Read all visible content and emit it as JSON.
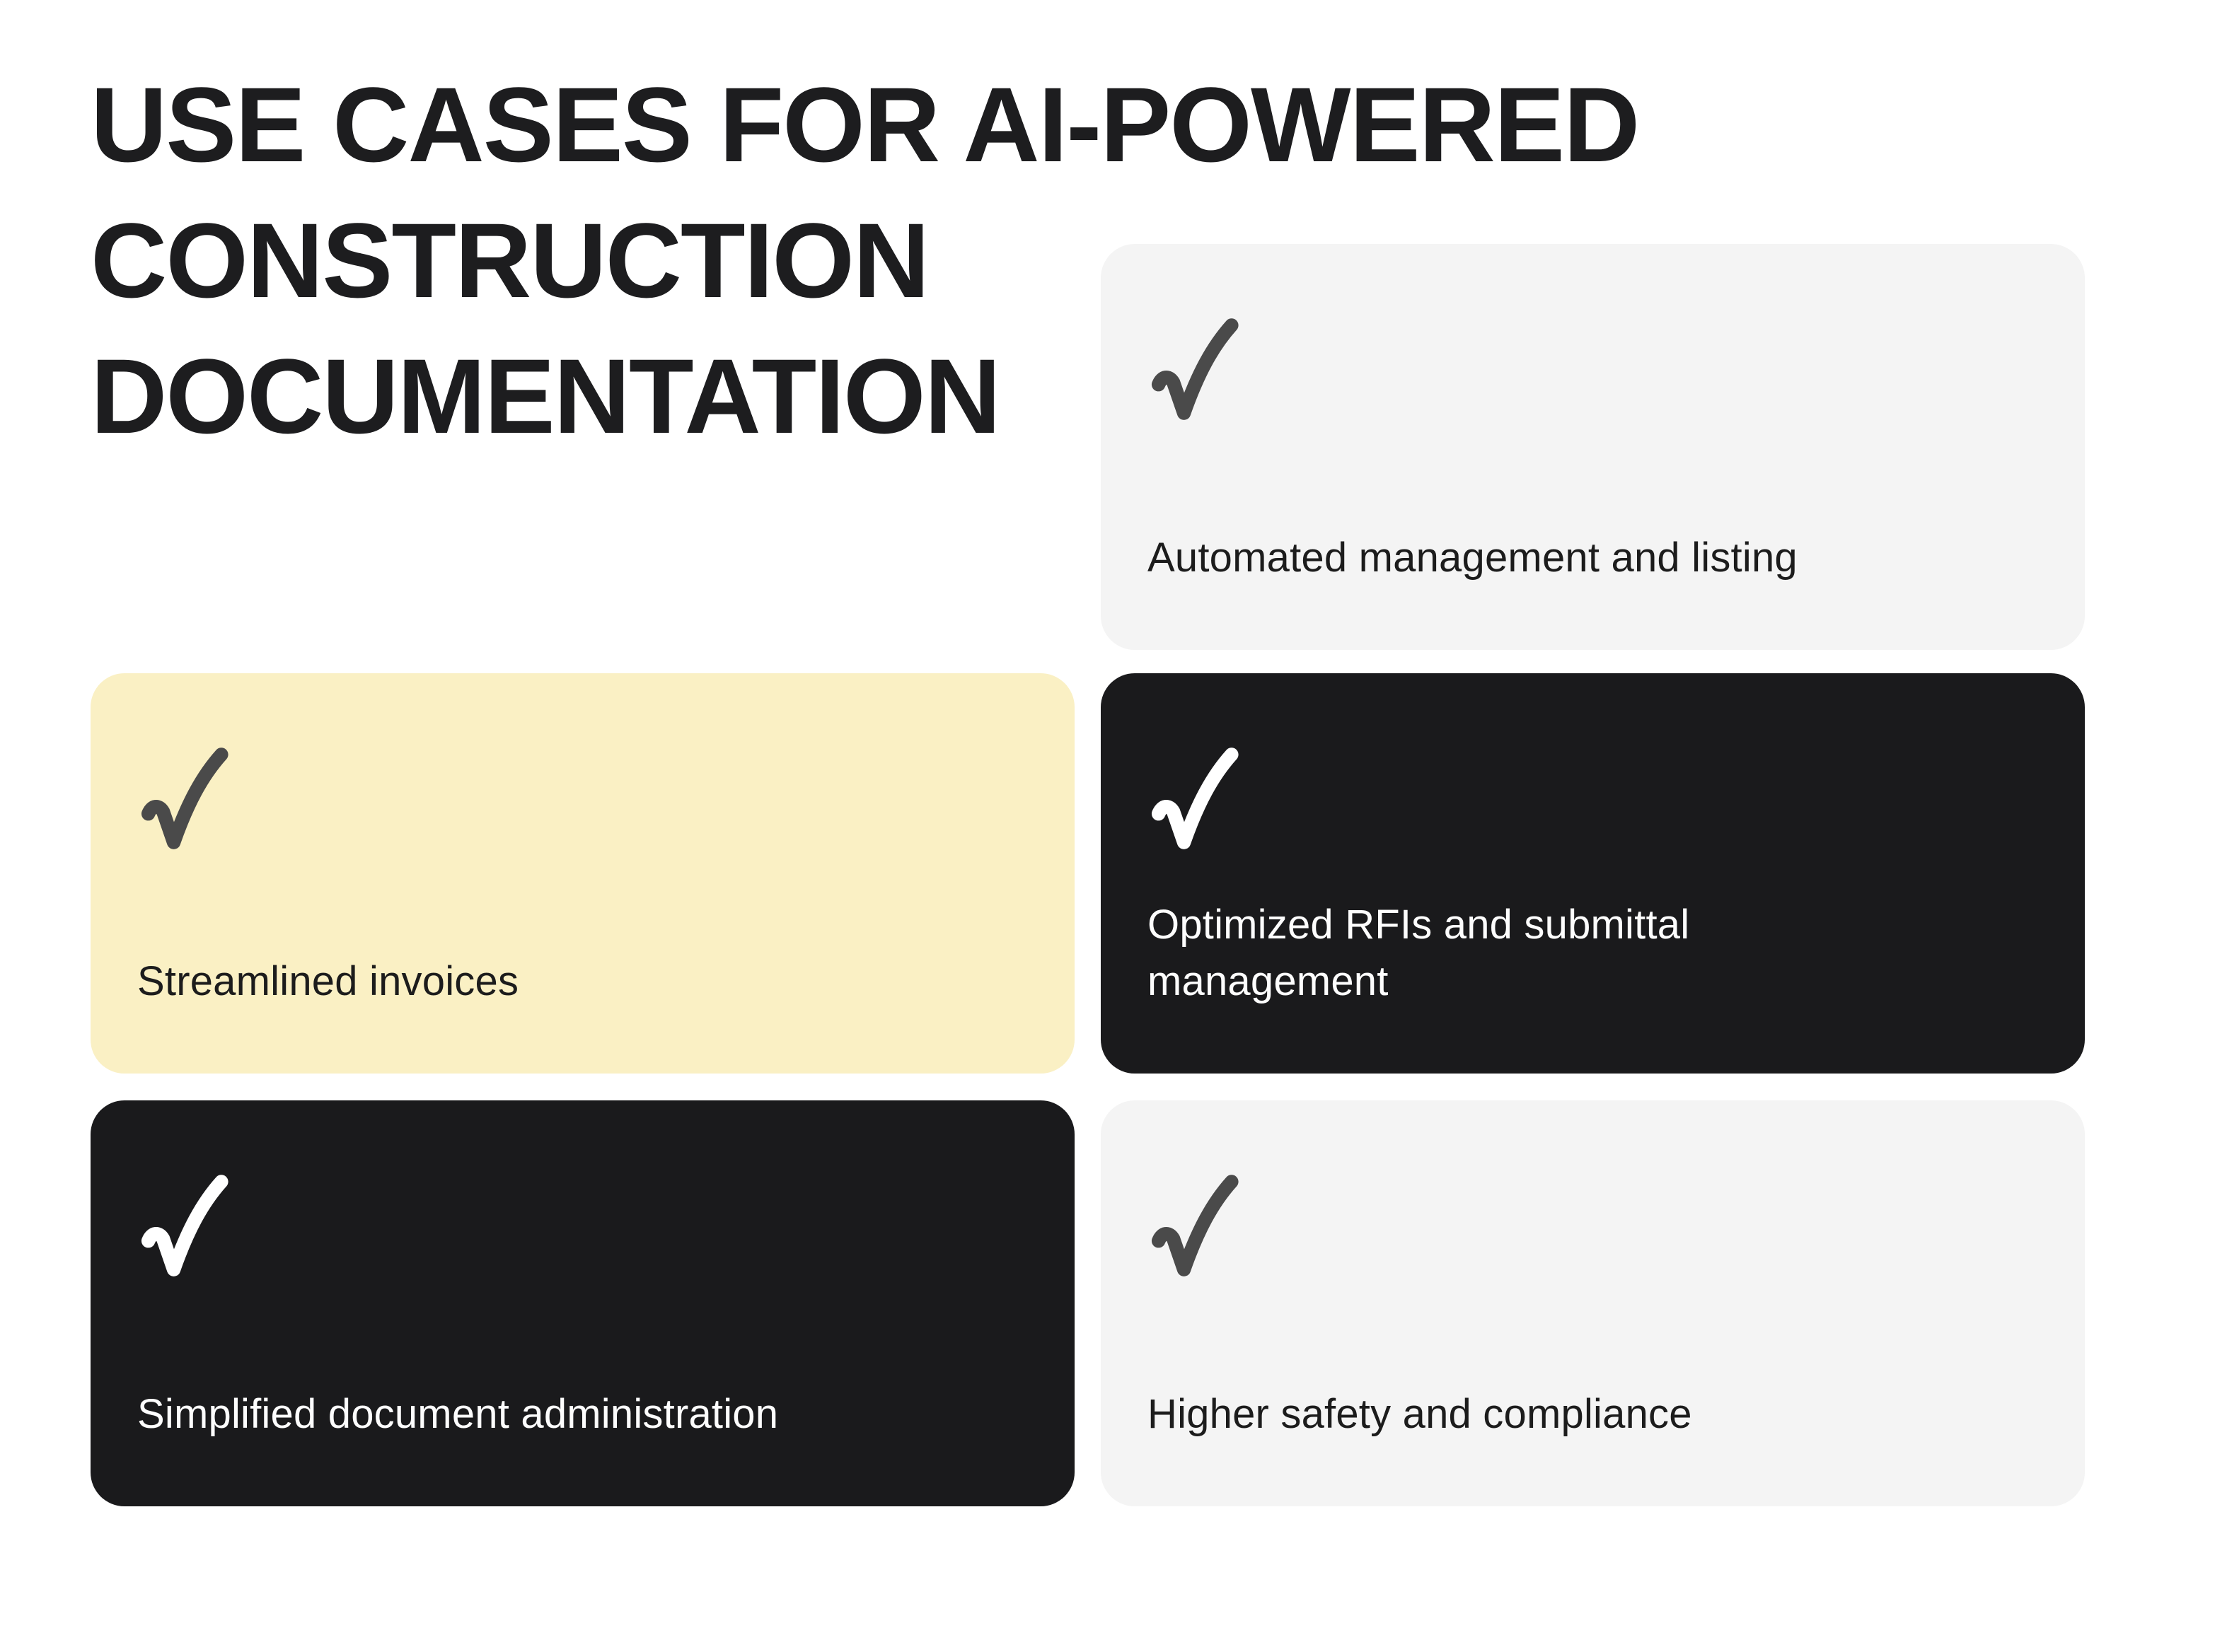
{
  "page": {
    "title": "USE CASES FOR AI-POWERED CONSTRUCTION DOCUMENTATION",
    "title_lines": [
      "USE CASES FOR AI-POWERED",
      "CONSTRUCTION",
      "DOCUMENTATION"
    ],
    "background_color": "#ffffff"
  },
  "colors": {
    "title_text": "#1d1d1f",
    "card_light_bg": "#f4f4f4",
    "card_yellow_bg": "#faf0c4",
    "card_dark_bg": "#1a1a1c",
    "check_on_light": "#4a4a4a",
    "check_on_dark": "#ffffff",
    "label_on_light": "#1c1c1c",
    "label_on_dark": "#fdfdfd"
  },
  "icons": {
    "check": "checkmark"
  },
  "cards": [
    {
      "label": "Automated management and listing",
      "variant": "light",
      "column": "right",
      "row": 1
    },
    {
      "label": "Streamlined invoices",
      "variant": "yellow",
      "column": "left",
      "row": 2
    },
    {
      "label": "Optimized RFIs and submittal management",
      "variant": "dark",
      "column": "right",
      "row": 2
    },
    {
      "label": "Simplified document administration",
      "variant": "dark",
      "column": "left",
      "row": 3
    },
    {
      "label": "Higher safety and compliance",
      "variant": "light",
      "column": "right",
      "row": 3
    }
  ]
}
